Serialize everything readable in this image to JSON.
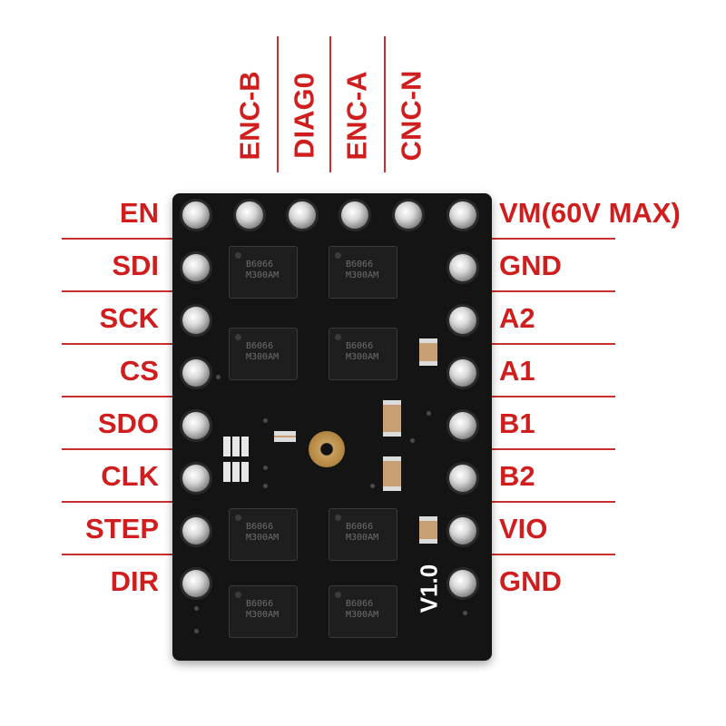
{
  "top_labels": [
    "ENC-B",
    "DIAG0",
    "ENC-A",
    "CNC-N"
  ],
  "left_labels": [
    "EN",
    "SDI",
    "SCK",
    "CS",
    "SDO",
    "CLK",
    "STEP",
    "DIR"
  ],
  "right_labels": [
    "VM(60V MAX)",
    "GND",
    "A2",
    "A1",
    "B1",
    "B2",
    "VIO",
    "GND"
  ],
  "board": {
    "version": "V1.0",
    "chip_marking": [
      "B6066",
      "M300AM"
    ]
  },
  "colors": {
    "label": "#d01e1e",
    "board": "#141414"
  }
}
